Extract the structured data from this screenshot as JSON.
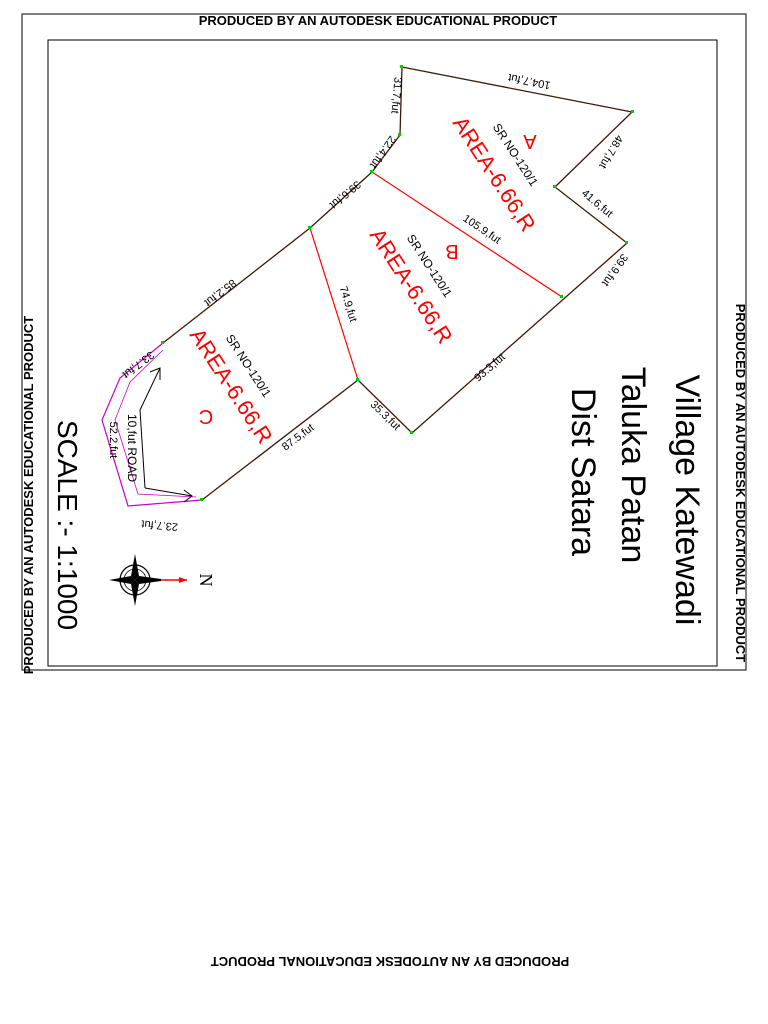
{
  "watermark": "PRODUCED BY AN AUTODESK EDUCATIONAL PRODUCT",
  "title": {
    "village": "Village Katewadi",
    "taluka": "Taluka Patan",
    "district": "Dist Satara"
  },
  "scale": "SCALE :- 1:1000",
  "north_label": "N",
  "plots": [
    {
      "letter": "A",
      "sr_no": "SR NO-120/1",
      "area": "AREA-6.66,R"
    },
    {
      "letter": "B",
      "sr_no": "SR NO-120/1",
      "area": "AREA-6.66,R"
    },
    {
      "letter": "C",
      "sr_no": "SR NO-120/1",
      "area": "AREA-6.66,R"
    }
  ],
  "road_label": "10,fut ROAD",
  "dimensions": {
    "d1": "104.7,fut",
    "d2": "31.7,fut",
    "d3": "22.4,fut",
    "d4": "48.7,fut",
    "d5": "39.6,fut",
    "d6": "41.6,fut",
    "d7": "105.9,fut",
    "d8": "39.9,fut",
    "d9": "85.2,fut",
    "d10": "74.9,fut",
    "d11": "93.3,fut",
    "d12": "33.7,fut",
    "d13": "35.3,fut",
    "d14": "87.5,fut",
    "d15": "52.2,fut",
    "d16": "23.7,fut"
  },
  "colors": {
    "boundary": "#3a1a0a",
    "division": "#ff0000",
    "road": "#cc00cc",
    "area_text": "#ff0000",
    "vertex": "#00cc00"
  }
}
